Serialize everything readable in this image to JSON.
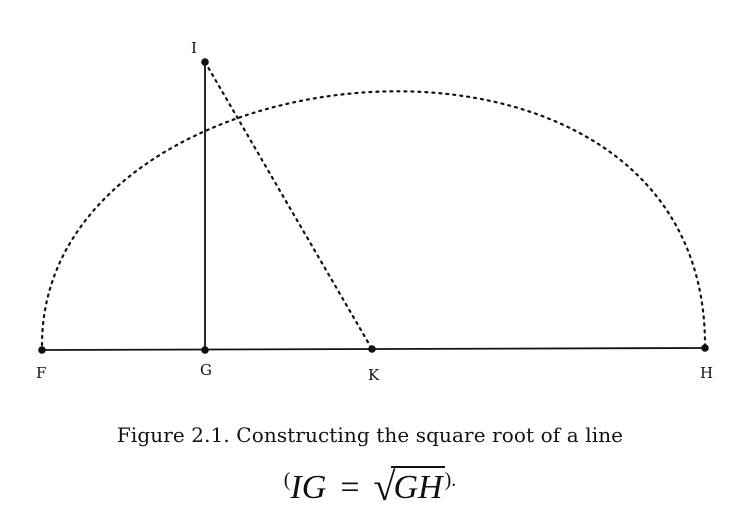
{
  "points": {
    "F": "F",
    "G": "G",
    "K": "K",
    "H": "H",
    "I": "I"
  },
  "caption": "Figure 2.1. Constructing the square root of a line",
  "formula": {
    "open": "(",
    "lhs": "IG",
    "eq": "=",
    "radicand": "GH",
    "close": ").",
    "radical_symbol": "√"
  },
  "colors": {
    "ink": "#111111",
    "background": "#ffffff"
  }
}
